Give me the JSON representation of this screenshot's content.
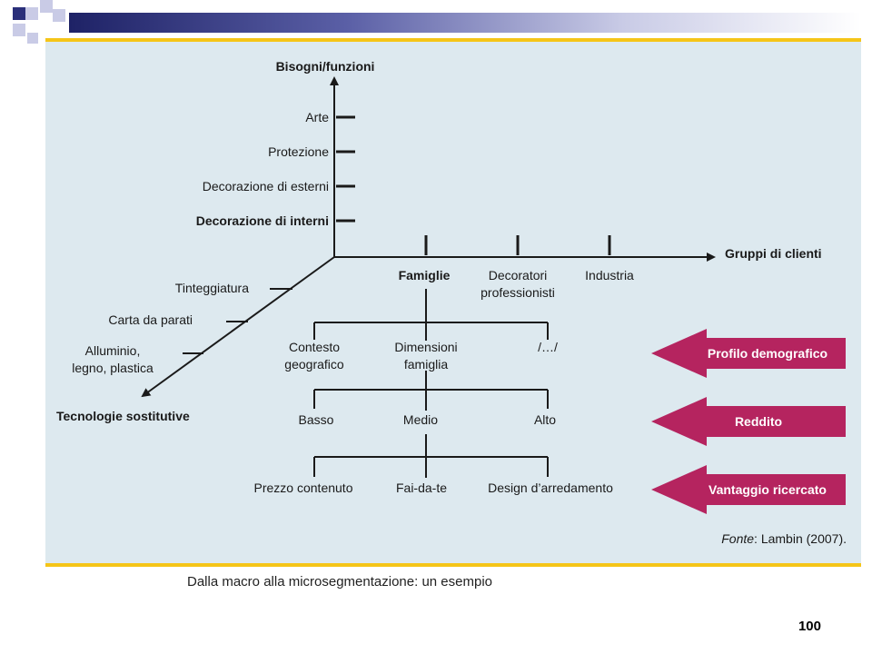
{
  "colors": {
    "accent_yellow": "#f5c518",
    "panel_bg": "#dde9ef",
    "arrow_fill": "#b5245f",
    "band_dark": "#1e2266"
  },
  "diagram": {
    "axes": {
      "vertical": "Bisogni/funzioni",
      "horizontal": "Gruppi di clienti",
      "diagonal": "Tecnologie sostitutive"
    },
    "needs": [
      "Arte",
      "Protezione",
      "Decorazione di esterni",
      "Decorazione di interni"
    ],
    "technologies": [
      "Tinteggiatura",
      "Carta da parati",
      "Alluminio,",
      "legno, plastica"
    ],
    "customers": [
      "Famiglie",
      "Decoratori",
      "professionisti",
      "Industria"
    ],
    "level1": [
      "Contesto",
      "geografico",
      "Dimensioni",
      "famiglia",
      "/…/"
    ],
    "level2": [
      "Basso",
      "Medio",
      "Alto"
    ],
    "level3": [
      "Prezzo contenuto",
      "Fai-da-te",
      "Design d’arredamento"
    ],
    "criteria": [
      "Profilo demografico",
      "Reddito",
      "Vantaggio ricercato"
    ],
    "source_prefix": "Fonte",
    "source_rest": ": Lambin (2007)."
  },
  "caption": "Dalla macro alla microsegmentazione: un esempio",
  "page_number": "100"
}
